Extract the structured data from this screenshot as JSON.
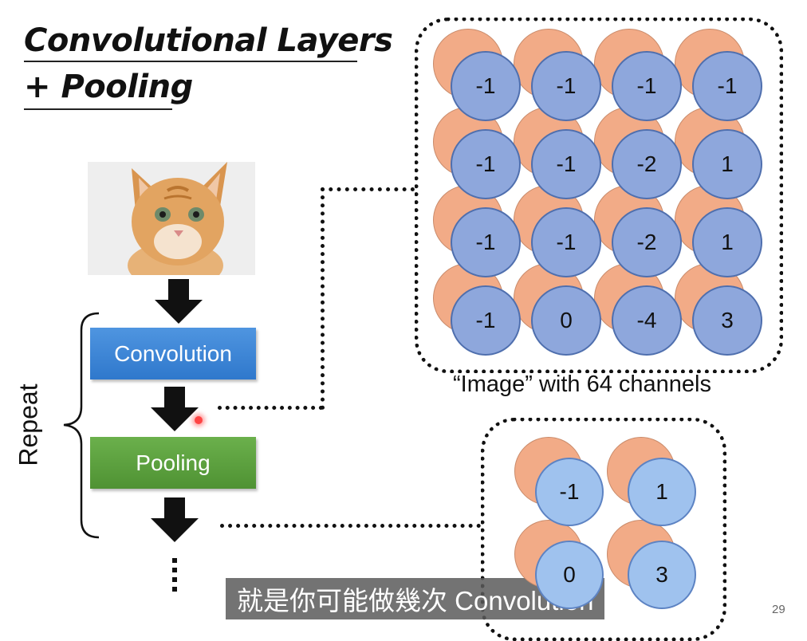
{
  "slide": {
    "title_line1": "Convolutional Layers",
    "title_line2": "+ Pooling",
    "slide_number": "29"
  },
  "diagram": {
    "convolution_label": "Convolution",
    "pooling_label": "Pooling",
    "repeat_label": "Repeat",
    "channels_caption": "“Image” with 64 channels",
    "conv_grid": [
      [
        "-1",
        "-1",
        "-1",
        "-1"
      ],
      [
        "-1",
        "-1",
        "-2",
        "1"
      ],
      [
        "-1",
        "-1",
        "-2",
        "1"
      ],
      [
        "-1",
        "0",
        "-4",
        "3"
      ]
    ],
    "pool_grid": [
      [
        "-1",
        "1"
      ],
      [
        "0",
        "3"
      ]
    ],
    "colors": {
      "convolution_box": "#3a86d6",
      "pooling_box": "#5aa13c",
      "front_circle": "#8ea7dc",
      "back_circle": "#f2ab87"
    }
  },
  "subtitle": {
    "text": "就是你可能做幾次 Convolution"
  }
}
